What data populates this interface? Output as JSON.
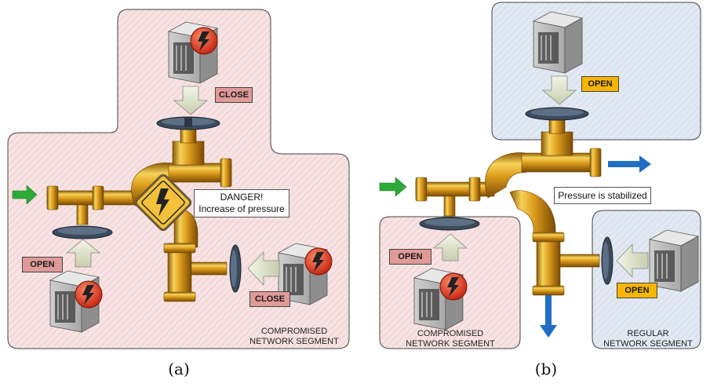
{
  "panel_a": {
    "caption": "(a)",
    "danger_line1": "DANGER!",
    "danger_line2": "Increase of pressure",
    "valve_top_label": "CLOSE",
    "valve_left_label": "OPEN",
    "valve_right_label": "CLOSE",
    "segment_line1": "COMPROMISED",
    "segment_line2": "NETWORK SEGMENT"
  },
  "panel_b": {
    "caption": "(b)",
    "callout": "Pressure is stabilized",
    "valve_top_label": "OPEN",
    "valve_left_label": "OPEN",
    "valve_right_label": "OPEN",
    "left_segment_line1": "COMPROMISED",
    "left_segment_line2": "NETWORK SEGMENT",
    "right_segment_line1": "REGULAR",
    "right_segment_line2": "NETWORK SEGMENT"
  },
  "colors": {
    "compromised_region": "#f6dcdc",
    "regular_region": "#dfe6f0",
    "pipe_gold": "#e0a020",
    "arrow_in_green": "#2eaa3a",
    "arrow_out_blue": "#1f6fc4",
    "tag_red": "#e09a98",
    "tag_orange": "#f7b600"
  },
  "icons": [
    "server-icon",
    "lightning-badge-icon",
    "warning-sign-icon",
    "valve-wheel-icon",
    "pipe-icon",
    "flow-arrow-icon"
  ]
}
